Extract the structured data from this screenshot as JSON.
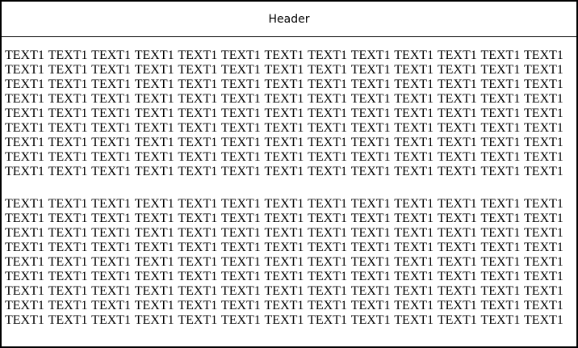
{
  "header": {
    "title": "Header"
  },
  "body": {
    "paragraph1": "TEXT1 TEXT1 TEXT1 TEXT1 TEXT1 TEXT1 TEXT1 TEXT1 TEXT1 TEXT1 TEXT1 TEXT1 TEXT1 TEXT1 TEXT1 TEXT1 TEXT1 TEXT1 TEXT1 TEXT1 TEXT1 TEXT1 TEXT1 TEXT1 TEXT1 TEXT1 TEXT1 TEXT1 TEXT1 TEXT1 TEXT1 TEXT1 TEXT1 TEXT1 TEXT1 TEXT1 TEXT1 TEXT1 TEXT1 TEXT1 TEXT1 TEXT1 TEXT1 TEXT1 TEXT1 TEXT1 TEXT1 TEXT1 TEXT1 TEXT1 TEXT1 TEXT1 TEXT1 TEXT1 TEXT1 TEXT1 TEXT1 TEXT1 TEXT1 TEXT1 TEXT1 TEXT1 TEXT1 TEXT1 TEXT1 TEXT1 TEXT1 TEXT1 TEXT1 TEXT1 TEXT1 TEXT1 TEXT1 TEXT1 TEXT1 TEXT1 TEXT1 TEXT1 TEXT1 TEXT1 TEXT1 TEXT1 TEXT1 TEXT1 TEXT1 TEXT1 TEXT1 TEXT1 TEXT1 TEXT1 TEXT1 TEXT1 TEXT1 TEXT1 TEXT1 TEXT1 TEXT1 TEXT1 TEXT1 TEXT1 TEXT1 TEXT1 TEXT1 TEXT1 TEXT1 TEXT1 TEXT1 TEXT1 TEXT1 TEXT1 TEXT1 TEXT1 TEXT1 TEXT1 TEXT1 TEXT1 TEXT1",
    "paragraph2": "TEXT1 TEXT1 TEXT1 TEXT1 TEXT1 TEXT1 TEXT1 TEXT1 TEXT1 TEXT1 TEXT1 TEXT1 TEXT1 TEXT1 TEXT1 TEXT1 TEXT1 TEXT1 TEXT1 TEXT1 TEXT1 TEXT1 TEXT1 TEXT1 TEXT1 TEXT1 TEXT1 TEXT1 TEXT1 TEXT1 TEXT1 TEXT1 TEXT1 TEXT1 TEXT1 TEXT1 TEXT1 TEXT1 TEXT1 TEXT1 TEXT1 TEXT1 TEXT1 TEXT1 TEXT1 TEXT1 TEXT1 TEXT1 TEXT1 TEXT1 TEXT1 TEXT1 TEXT1 TEXT1 TEXT1 TEXT1 TEXT1 TEXT1 TEXT1 TEXT1 TEXT1 TEXT1 TEXT1 TEXT1 TEXT1 TEXT1 TEXT1 TEXT1 TEXT1 TEXT1 TEXT1 TEXT1 TEXT1 TEXT1 TEXT1 TEXT1 TEXT1 TEXT1 TEXT1 TEXT1 TEXT1 TEXT1 TEXT1 TEXT1 TEXT1 TEXT1 TEXT1 TEXT1 TEXT1 TEXT1 TEXT1 TEXT1 TEXT1 TEXT1 TEXT1 TEXT1 TEXT1 TEXT1 TEXT1 TEXT1 TEXT1 TEXT1 TEXT1 TEXT1 TEXT1 TEXT1 TEXT1 TEXT1 TEXT1 TEXT1 TEXT1 TEXT1 TEXT1 TEXT1 TEXT1 TEXT1 TEXT1"
  }
}
